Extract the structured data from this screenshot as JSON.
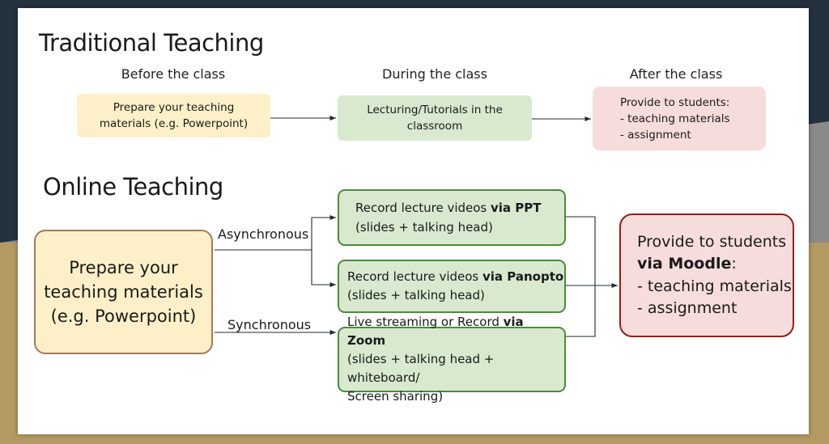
{
  "traditional": {
    "title": "Traditional Teaching",
    "phases": [
      "Before the class",
      "During the class",
      "After the class"
    ],
    "prepare": {
      "line1": "Prepare your teaching",
      "line2": "materials (e.g. Powerpoint)"
    },
    "lecturing": {
      "line1": "Lecturing/Tutorials in the",
      "line2": "classroom"
    },
    "provide": {
      "line1": "Provide to students:",
      "line2": "- teaching materials",
      "line3": "- assignment"
    }
  },
  "online": {
    "title": "Online Teaching",
    "prepare": {
      "line1": "Prepare your",
      "line2": "teaching materials",
      "line3": "(e.g. Powerpoint)"
    },
    "async_label": "Asynchronous",
    "sync_label": "Synchronous",
    "ppt": {
      "pre": "Record lecture videos ",
      "bold": "via PPT",
      "line2": "(slides + talking head)"
    },
    "panopto": {
      "pre": "Record lecture videos ",
      "bold": "via Panopto",
      "line2": "(slides + talking head)"
    },
    "zoom": {
      "pre": "Live streaming or Record ",
      "bold": "via Zoom",
      "line2": "(slides + talking head + whiteboard/",
      "line3": "Screen sharing)"
    },
    "moodle": {
      "line1": "Provide to students",
      "bold": "via Moodle",
      "colon": ":",
      "line3": "- teaching materials",
      "line4": "- assignment"
    }
  },
  "colors": {
    "yellow_fill": "#fdf0c8",
    "yellow_border": "#a5785a",
    "green_fill": "#d8e9d0",
    "green_border": "#4d8a3d",
    "pink_fill": "#f7dcdc",
    "red_border": "#8f1f1a",
    "background_dark": "#243240",
    "background_gold": "#b49a62"
  }
}
